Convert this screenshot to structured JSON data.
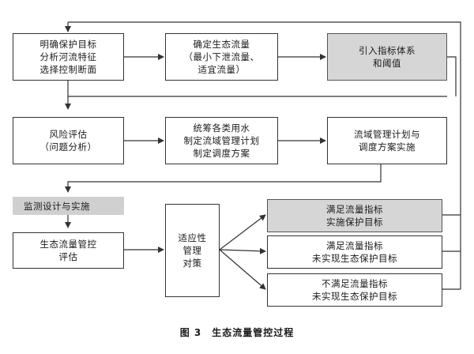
{
  "boxes": {
    "b1": "明确保护目标\n分析河流特征\n选择控制断面",
    "b2": "确定生态流量\n（最小下泄流量、\n适宜流量）",
    "b3": "引入指标体系\n和阈值",
    "b4": "风险评估\n（问题分析）",
    "b5": "统筹各类用水\n制定流域管理计划\n制定调度方案",
    "b6": "流域管理计划与\n调度方案实施",
    "b7": "监测设计与实施",
    "b8": "生态流量管控\n评估",
    "b9": "适应性\n管理\n对策",
    "o1": "满足流量指标\n实施保护目标",
    "o2": "满足流量指标\n未实现生态保护目标",
    "o3": "不满足流量指标\n未实现生态保护目标"
  },
  "caption": "图 3　生态流量管控过程",
  "colors": {
    "gray_fill": "#d6d6d6",
    "line": "#333333"
  }
}
